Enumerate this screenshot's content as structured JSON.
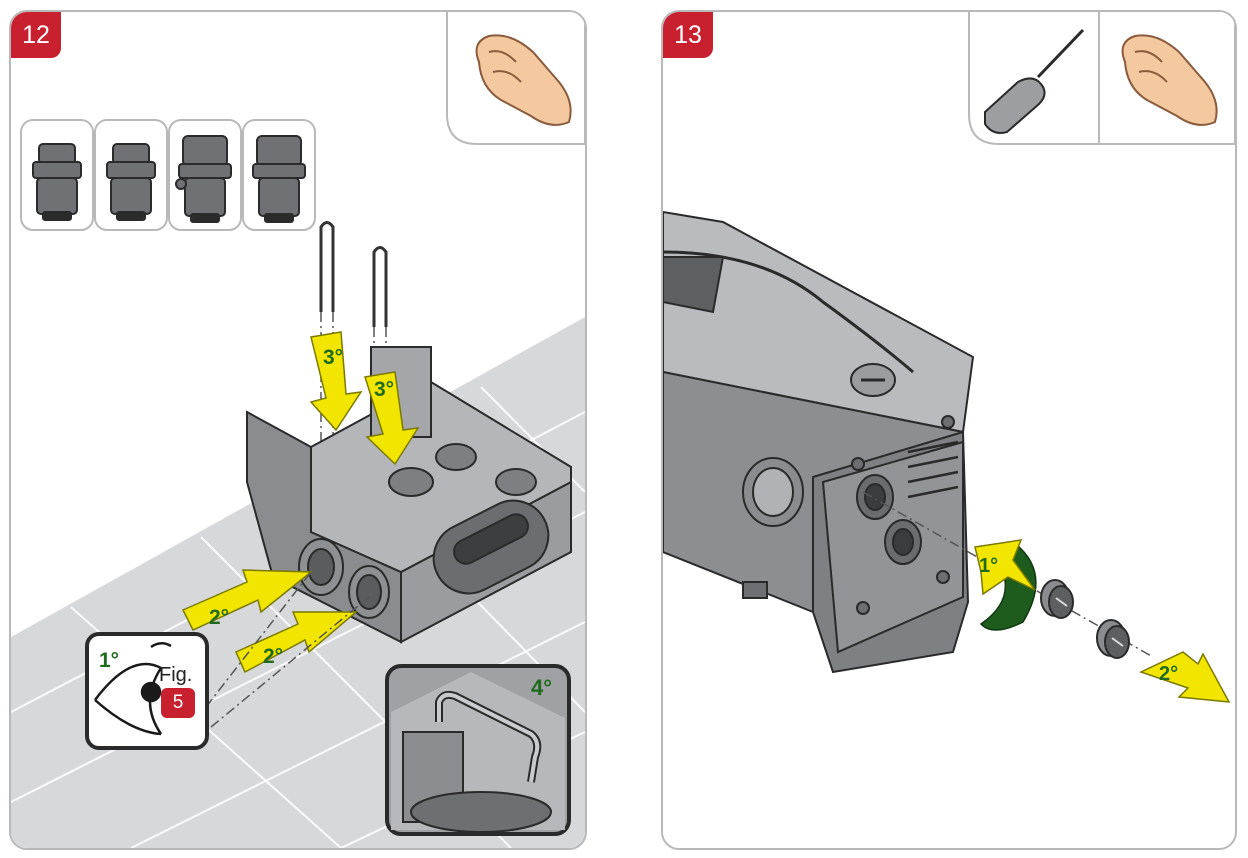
{
  "panels": [
    {
      "step": "12",
      "arrows": [
        "1°",
        "2°",
        "2°",
        "3°",
        "3°",
        "4°"
      ],
      "inset": {
        "fig_text": "Fig.",
        "fig_number": "5"
      }
    },
    {
      "step": "13",
      "arrows": [
        "1°",
        "2°"
      ]
    }
  ],
  "colors": {
    "step_badge": "#c8202f",
    "arrow_fill": "#f2e600",
    "arrow_label": "#1f6a1c",
    "rotation_band": "#1e5c1e",
    "floor": "#d7d8da",
    "part_gray": "#7b7d80",
    "panel_border": "#b9b9b9"
  },
  "icons": [
    "hand-icon",
    "screwdriver-icon",
    "fitting-icon",
    "eye-icon"
  ]
}
